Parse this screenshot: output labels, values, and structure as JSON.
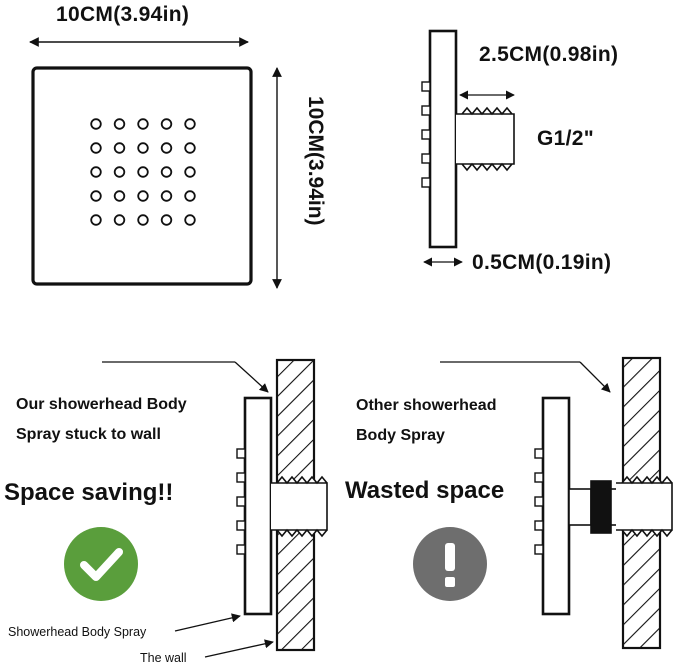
{
  "top": {
    "width_label": "10CM(3.94in)",
    "height_label": "10CM(3.94in)",
    "depth_label": "2.5CM(0.98in)",
    "thread_label": "G1/2\"",
    "plate_label": "0.5CM(0.19in)"
  },
  "bottom": {
    "ours_line1": "Our showerhead Body",
    "ours_line2": "Spray stuck to wall",
    "ours_verdict": "Space saving!!",
    "other_line1": "Other showerhead",
    "other_line2": "Body Spray",
    "other_verdict": "Wasted space",
    "callout_spray": "Showerhead Body Spray",
    "callout_wall": "The wall"
  },
  "colors": {
    "check_badge": "#5a9e3c",
    "warn_badge": "#6e6e6e"
  },
  "icons": {
    "ours": "check-icon",
    "other": "exclamation-icon"
  }
}
